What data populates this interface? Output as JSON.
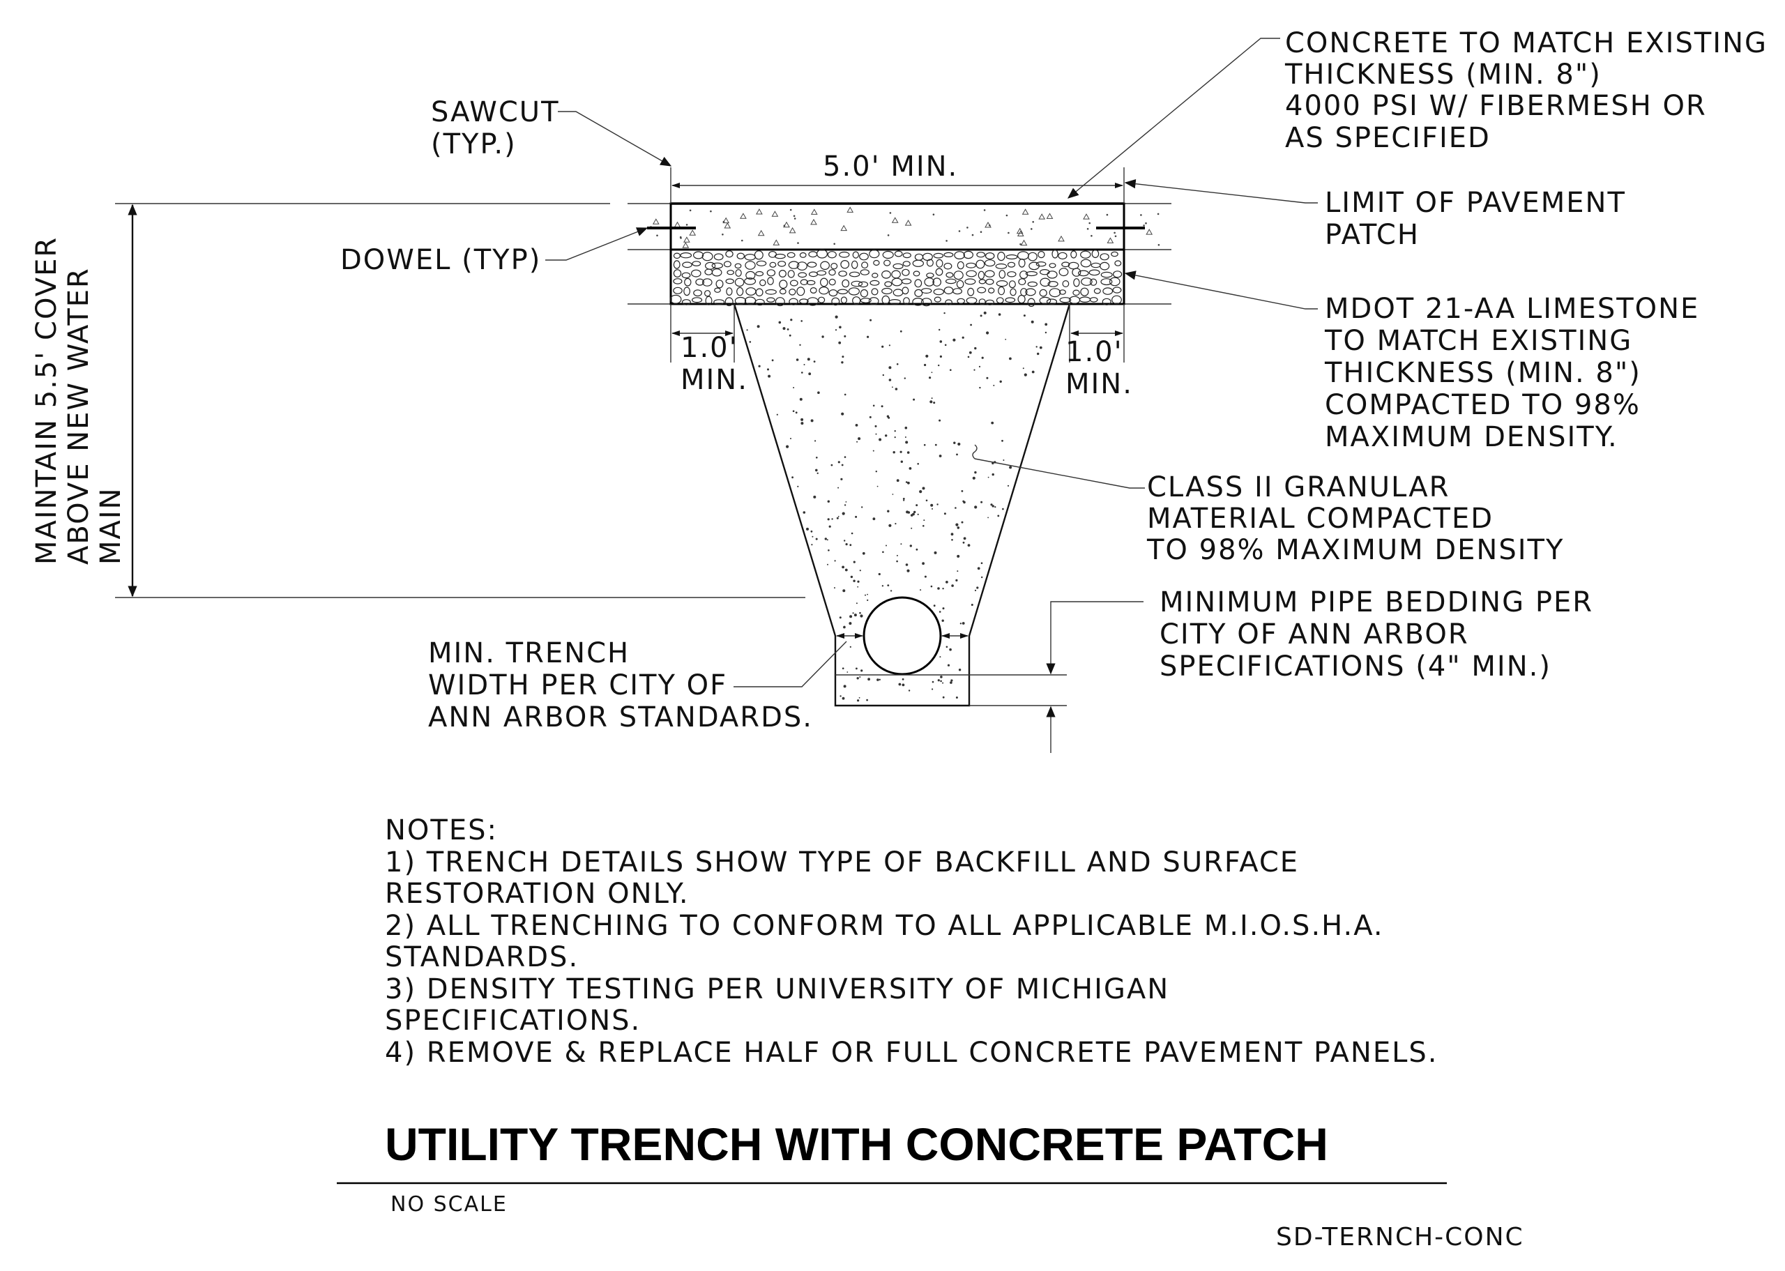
{
  "callouts": {
    "sawcut": [
      "SAWCUT",
      "(TYP.)"
    ],
    "dowel": "DOWEL (TYP)",
    "concrete": [
      "CONCRETE TO MATCH EXISTING",
      "THICKNESS (MIN. 8\")",
      "4000 PSI W/ FIBERMESH OR",
      "AS SPECIFIED"
    ],
    "limit": [
      "LIMIT OF PAVEMENT",
      "PATCH"
    ],
    "limestone": [
      "MDOT 21-AA LIMESTONE",
      "TO MATCH EXISTING",
      "THICKNESS (MIN. 8\")",
      "COMPACTED TO 98%",
      "MAXIMUM DENSITY."
    ],
    "granular": [
      "CLASS II GRANULAR",
      "MATERIAL COMPACTED",
      "TO 98% MAXIMUM DENSITY"
    ],
    "bedding": [
      "MINIMUM PIPE BEDDING PER",
      "CITY OF ANN ARBOR",
      "SPECIFICATIONS (4\" MIN.)"
    ],
    "trench_width": [
      "MIN. TRENCH",
      "WIDTH PER CITY OF",
      "ANN ARBOR STANDARDS."
    ],
    "cover": [
      "MAINTAIN 5.5' COVER",
      "ABOVE NEW WATER",
      "MAIN"
    ]
  },
  "dimensions": {
    "width_top": "5.0' MIN.",
    "left_offset": [
      "1.0'",
      "MIN."
    ],
    "right_offset": [
      "1.0'",
      "MIN."
    ]
  },
  "notes": [
    "NOTES:",
    "1) TRENCH DETAILS SHOW TYPE OF BACKFILL AND SURFACE",
    "RESTORATION ONLY.",
    "2) ALL TRENCHING TO CONFORM TO ALL APPLICABLE M.I.O.S.H.A.",
    "STANDARDS.",
    "3) DENSITY TESTING PER UNIVERSITY OF MICHIGAN",
    "SPECIFICATIONS.",
    "4) REMOVE & REPLACE HALF OR FULL CONCRETE PAVEMENT PANELS."
  ],
  "title": "UTILITY TRENCH WITH  CONCRETE PATCH",
  "scale": "NO SCALE",
  "drawing_id": "SD-TERNCH-CONC"
}
